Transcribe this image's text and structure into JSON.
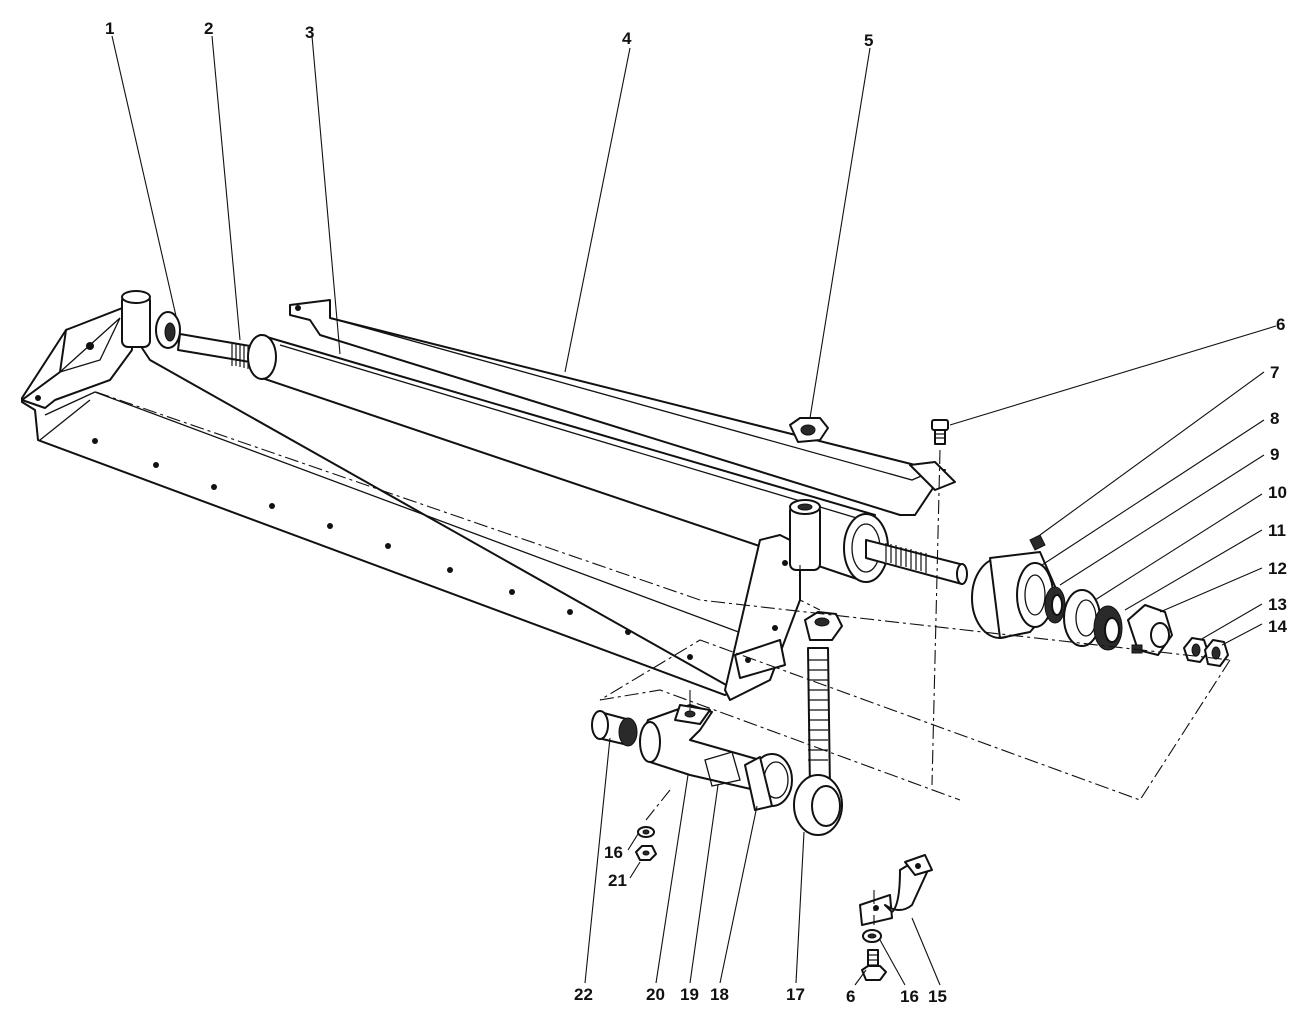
{
  "colors": {
    "ink": "#111111",
    "paper": "#ffffff"
  },
  "callouts": [
    "1",
    "2",
    "3",
    "4",
    "5",
    "6",
    "7",
    "8",
    "9",
    "10",
    "11",
    "12",
    "13",
    "14",
    "22",
    "20",
    "19",
    "18",
    "17",
    "6",
    "16",
    "15",
    "16",
    "21"
  ]
}
